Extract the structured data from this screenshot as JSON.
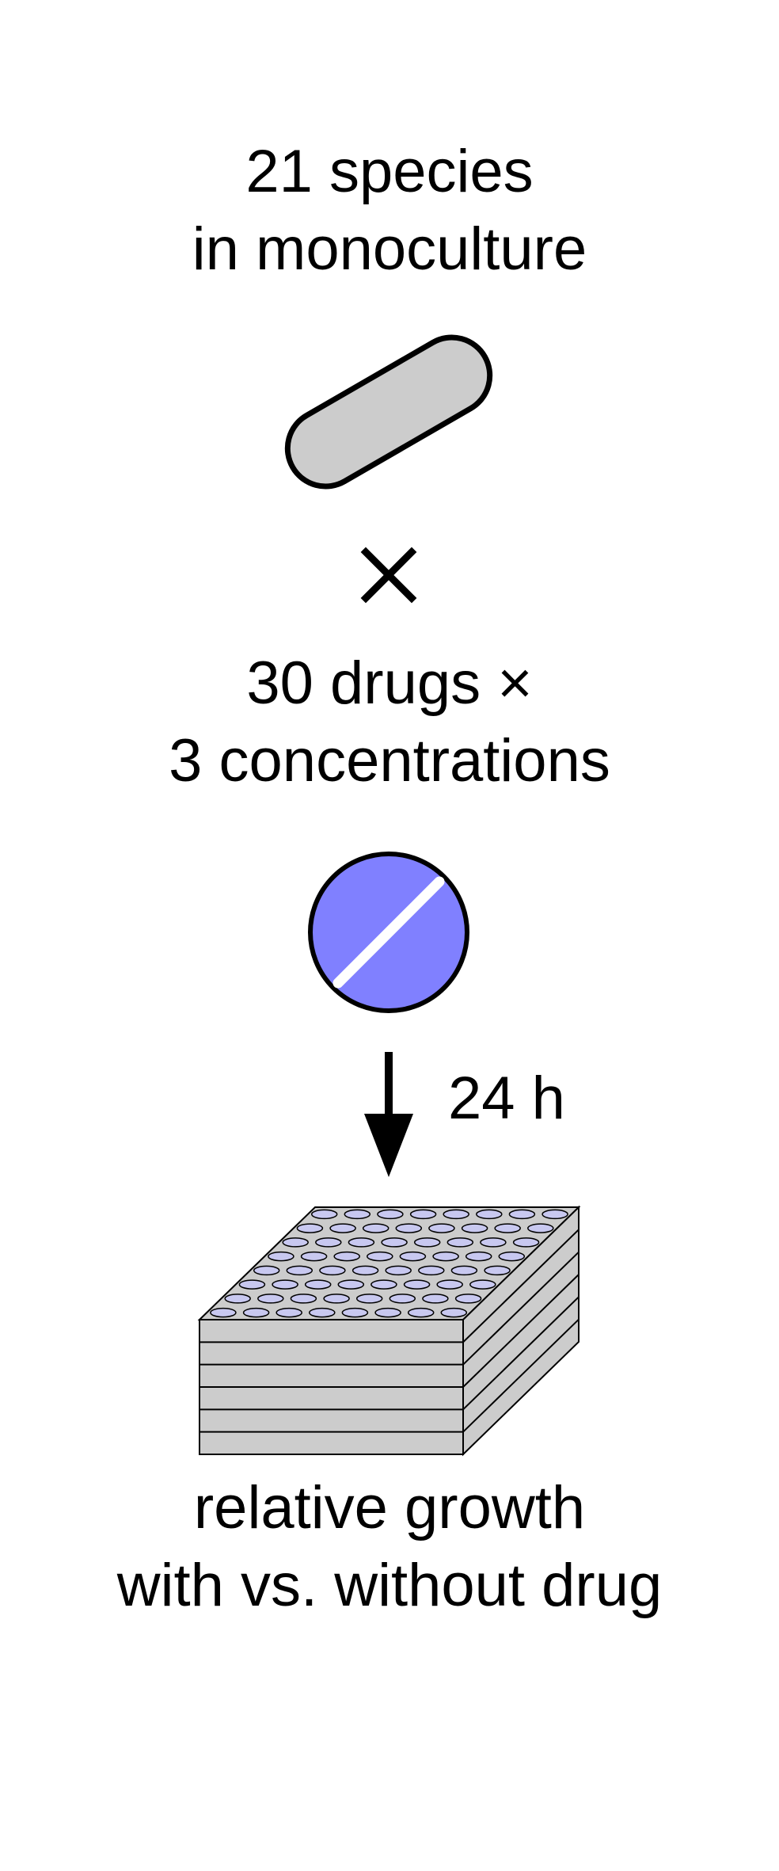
{
  "species": {
    "line1": "21 species",
    "line2": "in monoculture"
  },
  "times_symbol": "×",
  "drugs": {
    "line1": "30 drugs ×",
    "line2": "3 concentrations"
  },
  "incubation": {
    "time": "24 h"
  },
  "readout": {
    "line1": "relative growth",
    "line2": "with vs. without drug"
  },
  "colors": {
    "bacterium_fill": "#cccccc",
    "pill_fill": "#8080ff",
    "plate_fill": "#cccccc",
    "well_fill": "#c8c8f0",
    "stroke": "#000000"
  },
  "icons": {
    "bacterium": "bacterium-icon",
    "pill": "drug-pill-icon",
    "arrow": "down-arrow-icon",
    "plates": "stacked-well-plates-icon"
  }
}
